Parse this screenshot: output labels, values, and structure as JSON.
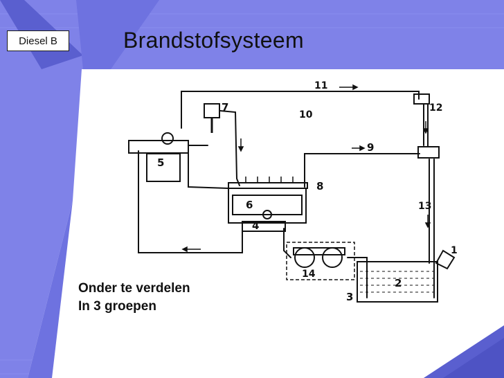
{
  "badge": "Diesel B",
  "title": "Brandstofsysteem",
  "subtitle": [
    "Onder te verdelen",
    "In 3 groepen"
  ],
  "diagram_labels": [
    "1",
    "2",
    "3",
    "4",
    "5",
    "6",
    "7",
    "8",
    "9",
    "10",
    "11",
    "12",
    "13",
    "14"
  ],
  "colors": {
    "background": "#7f82e8",
    "page": "#ffffff",
    "accent_dark": "#5a5fcf",
    "ink": "#111111"
  }
}
